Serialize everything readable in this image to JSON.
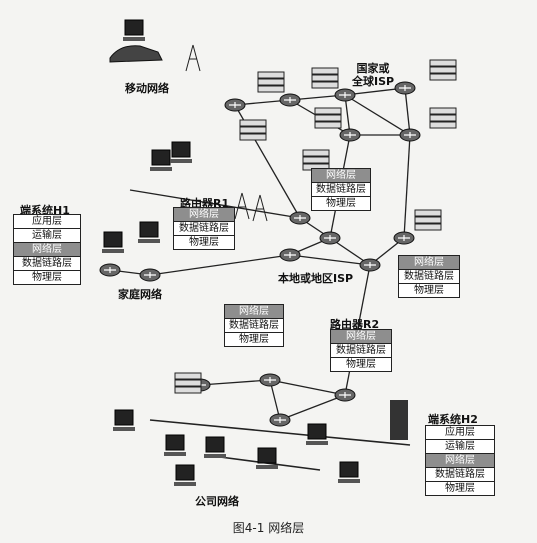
{
  "labels": {
    "mobile_network": "移动网络",
    "global_isp": "国家或\n全球ISP",
    "router_r1": "路由器R1",
    "host_h1": "端系统H1",
    "home_network": "家庭网络",
    "local_isp": "本地或地区ISP",
    "router_r2": "路由器R2",
    "host_h2": "端系统H2",
    "company_network": "公司网络"
  },
  "stacks": {
    "h1": [
      "应用层",
      "运输层",
      "网络层",
      "数据链路层",
      "物理层"
    ],
    "r1": [
      "网络层",
      "数据链路层",
      "物理层"
    ],
    "top_right": [
      "网络层",
      "数据链路层",
      "物理层"
    ],
    "local_isp": [
      "网络层",
      "数据链路层",
      "物理层"
    ],
    "mid_left": [
      "网络层",
      "数据链路层",
      "物理层"
    ],
    "r2": [
      "网络层",
      "数据链路层",
      "物理层"
    ],
    "h2": [
      "应用层",
      "运输层",
      "网络层",
      "数据链路层",
      "物理层"
    ]
  },
  "highlighted_layer": "网络层",
  "caption": "图4-1  网络层"
}
